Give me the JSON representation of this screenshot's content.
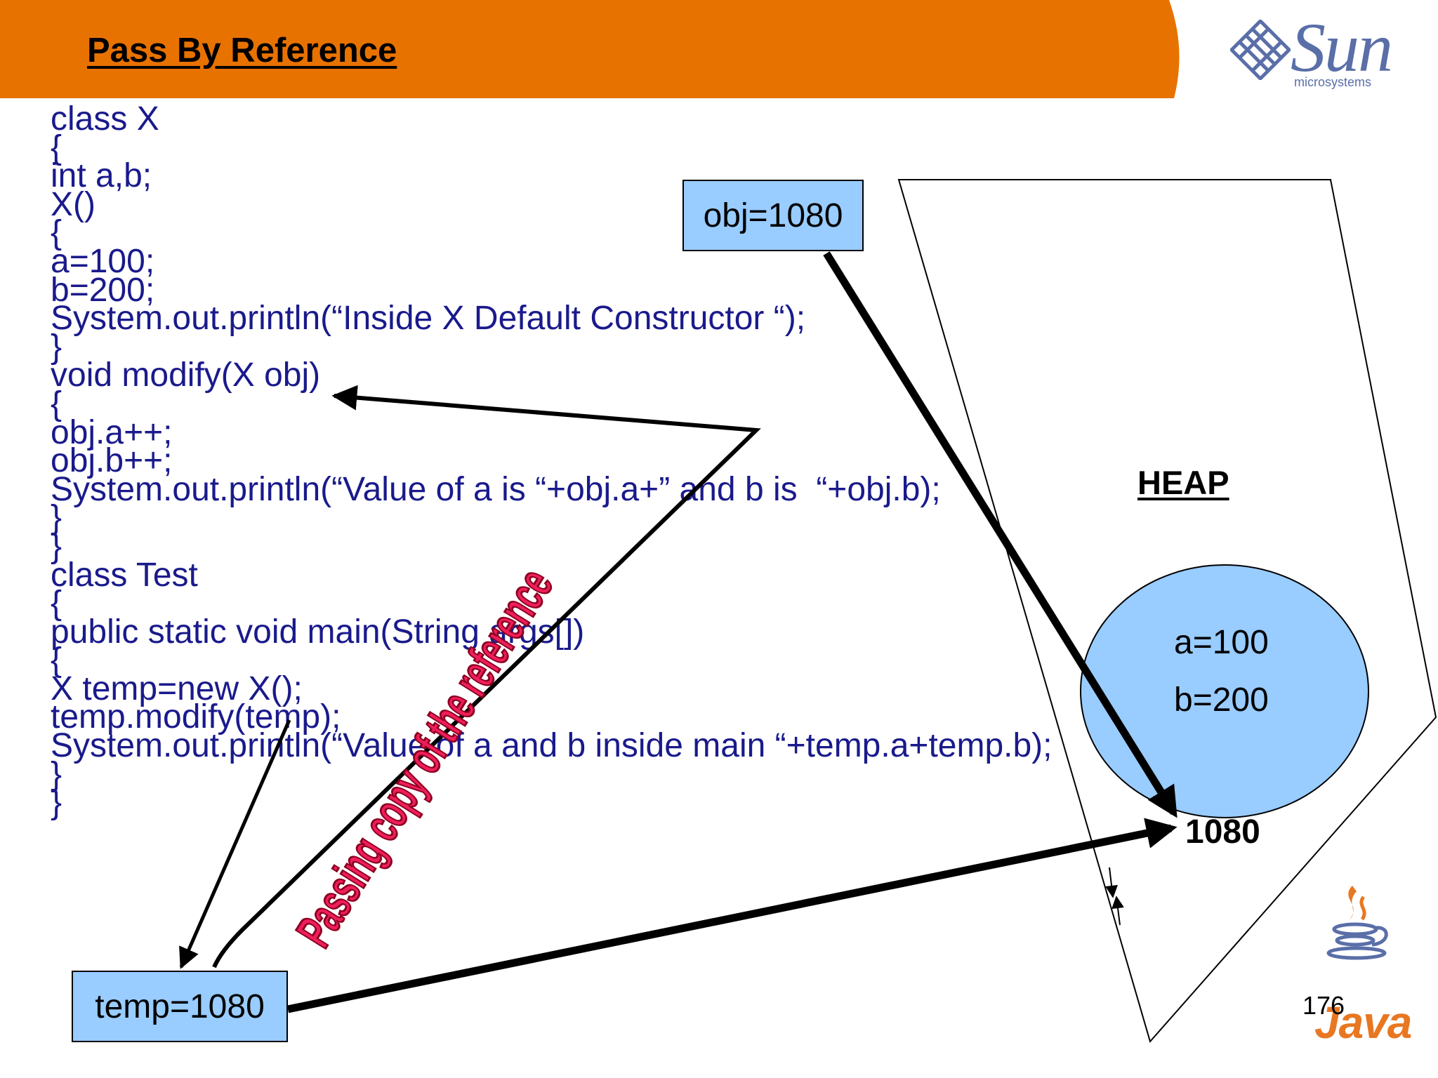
{
  "slide": {
    "title": "Pass By Reference",
    "page_number": "176"
  },
  "logo": {
    "brand": "Sun",
    "tagline": "microsystems"
  },
  "java_logo": {
    "text": "Java"
  },
  "code_lines": [
    "class X",
    "{",
    "int a,b;",
    "X()",
    "{",
    "a=100;",
    "b=200;",
    "System.out.println(“Inside X Default Constructor “);",
    "}",
    "void modify(X obj)",
    "{",
    "obj.a++;",
    "obj.b++;",
    "System.out.println(“Value of a is “+obj.a+” and b is  “+obj.b);",
    "}",
    "}",
    "class Test",
    "{",
    "public static void main(String args[])",
    "{",
    "X temp=new X();",
    "temp.modify(temp);",
    "System.out.println(“Value of a and b inside main “+temp.a+temp.b);",
    "}",
    "}"
  ],
  "boxes": {
    "obj": "obj=1080",
    "temp": "temp=1080"
  },
  "heap": {
    "label": "HEAP",
    "field_a": "a=100",
    "field_b": "b=200",
    "address": "1080"
  },
  "annotation": "Passing copy of the reference",
  "colors": {
    "header": "#e87200",
    "box_fill": "#99ccff",
    "code_text": "#1a1a8c",
    "annotation": "#ee1e5a"
  }
}
